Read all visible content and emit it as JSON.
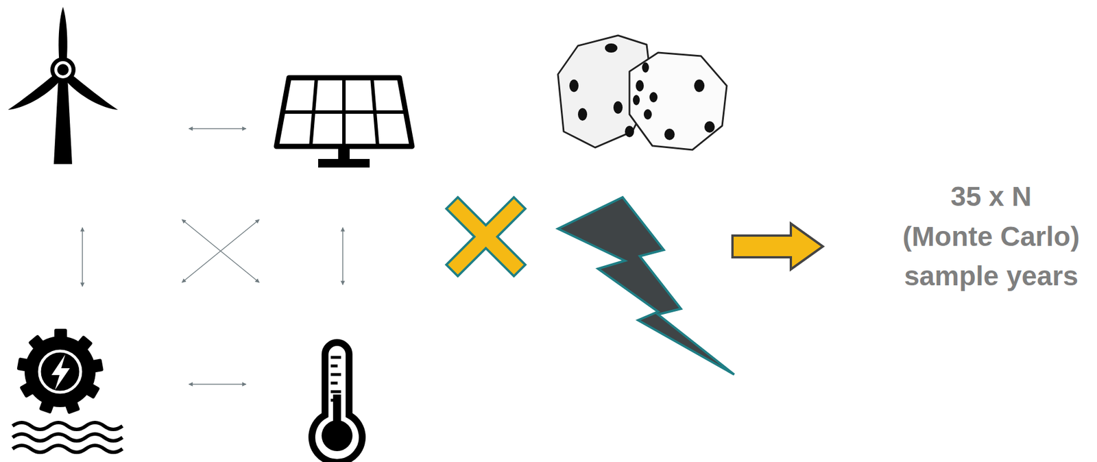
{
  "diagram": {
    "labels": [
      "35 x N",
      "(Monte Carlo)",
      "sample years"
    ]
  }
}
